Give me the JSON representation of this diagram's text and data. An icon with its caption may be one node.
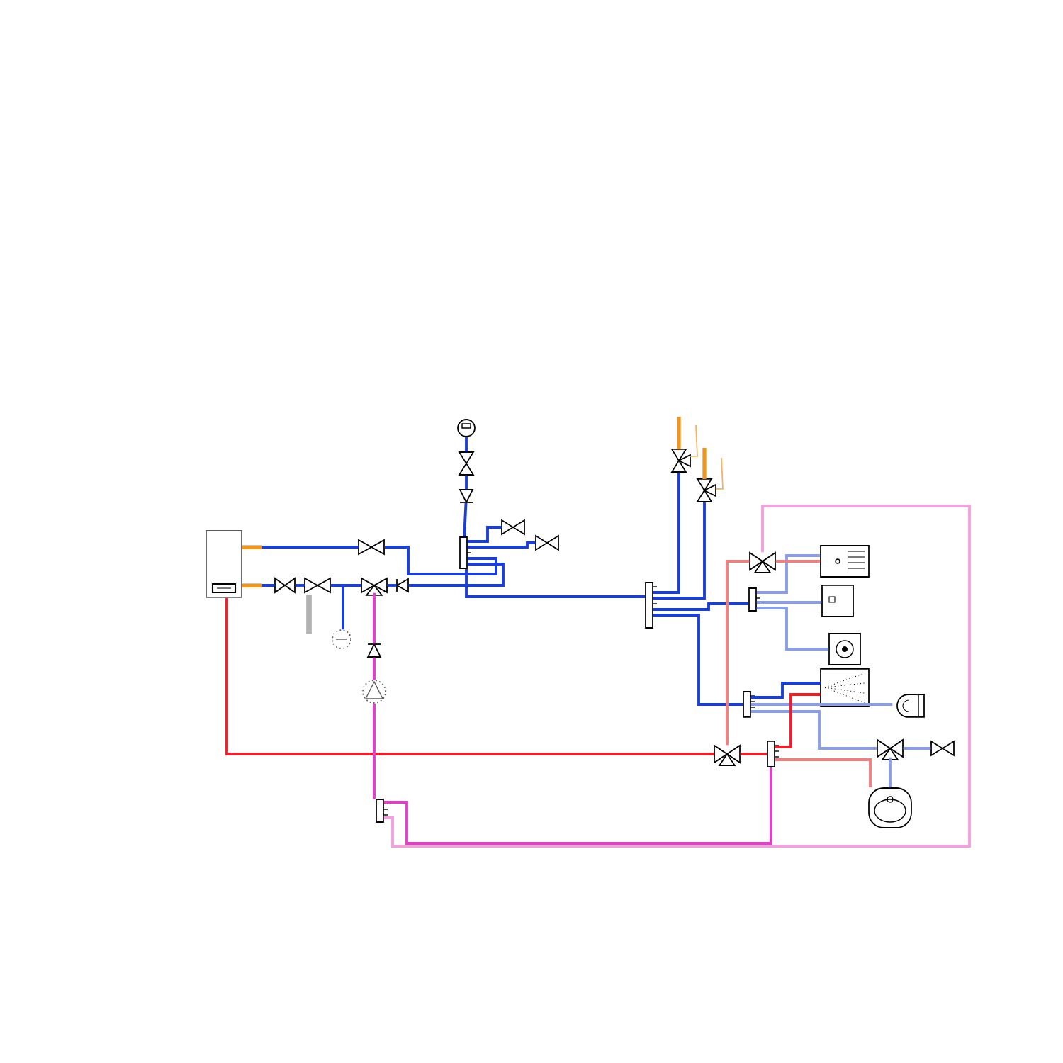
{
  "diagram": {
    "nodes": [
      {
        "text": [],
        "shape": "box"
      },
      {
        "text": [],
        "shape": "circle"
      },
      {
        "text": [],
        "shape": "valve"
      },
      {
        "text": [],
        "shape": "triangle"
      },
      {
        "text": [],
        "shape": "bar"
      },
      {
        "text": [],
        "shape": "valve"
      },
      {
        "text": [],
        "shape": "valve"
      },
      {
        "text": [],
        "shape": "valve"
      },
      {
        "text": [],
        "shape": "valve"
      },
      {
        "text": [],
        "shape": "valve"
      },
      {
        "text": [],
        "shape": "valve"
      },
      {
        "text": [],
        "shape": "triangle"
      },
      {
        "text": [],
        "shape": "circle"
      },
      {
        "text": [],
        "shape": "triangle"
      },
      {
        "text": [],
        "shape": "circle"
      },
      {
        "text": [],
        "shape": "bar"
      },
      {
        "text": [],
        "shape": "bar"
      },
      {
        "text": [],
        "shape": "valve"
      },
      {
        "text": [],
        "shape": "valve"
      },
      {
        "text": [],
        "shape": "valve"
      },
      {
        "text": [],
        "shape": "picture"
      },
      {
        "text": [],
        "shape": "bar"
      },
      {
        "text": [],
        "shape": "picture"
      },
      {
        "text": [],
        "shape": "picture"
      },
      {
        "text": [],
        "shape": "picture"
      },
      {
        "text": [],
        "shape": "bar"
      },
      {
        "text": [],
        "shape": "picture"
      },
      {
        "text": [],
        "shape": "valve"
      },
      {
        "text": [],
        "shape": "bar"
      },
      {
        "text": [],
        "shape": "valve"
      },
      {
        "text": [],
        "shape": "valve"
      },
      {
        "text": [],
        "shape": "picture"
      }
    ],
    "edges": [
      {
        "from": 0,
        "to": 7,
        "arrow": "none"
      },
      {
        "from": 7,
        "to": 4,
        "arrow": "none"
      },
      {
        "from": 0,
        "to": 8,
        "arrow": "none"
      },
      {
        "from": 8,
        "to": 9,
        "arrow": "none"
      },
      {
        "from": 9,
        "to": 10,
        "arrow": "none"
      },
      {
        "from": 10,
        "to": 11,
        "arrow": "none"
      },
      {
        "from": 11,
        "to": 4,
        "arrow": "none"
      },
      {
        "from": 9,
        "to": 12,
        "arrow": "none"
      },
      {
        "from": 1,
        "to": 2,
        "arrow": "none"
      },
      {
        "from": 2,
        "to": 3,
        "arrow": "none"
      },
      {
        "from": 3,
        "to": 4,
        "arrow": "none"
      },
      {
        "from": 4,
        "to": 5,
        "arrow": "none"
      },
      {
        "from": 4,
        "to": 6,
        "arrow": "none"
      },
      {
        "from": 4,
        "to": 16,
        "arrow": "none"
      },
      {
        "from": 16,
        "to": 17,
        "arrow": "none"
      },
      {
        "from": 16,
        "to": 18,
        "arrow": "none"
      },
      {
        "from": 16,
        "to": 21,
        "arrow": "none"
      },
      {
        "from": 16,
        "to": 25,
        "arrow": "none"
      },
      {
        "from": 21,
        "to": 20,
        "arrow": "none",
        "color": "#8a9ee6"
      },
      {
        "from": 21,
        "to": 22,
        "arrow": "none",
        "color": "#8a9ee6"
      },
      {
        "from": 21,
        "to": 23,
        "arrow": "none",
        "color": "#8a9ee6"
      },
      {
        "from": 25,
        "to": 24,
        "arrow": "none"
      },
      {
        "from": 25,
        "to": 26,
        "arrow": "none",
        "color": "#8a9ee6"
      },
      {
        "from": 25,
        "to": 29,
        "arrow": "none",
        "color": "#8a9ee6"
      },
      {
        "from": 30,
        "to": 29,
        "arrow": "none",
        "color": "#8a9ee6"
      },
      {
        "from": 29,
        "to": 31,
        "arrow": "none",
        "color": "#8a9ee6"
      },
      {
        "from": 0,
        "to": 27,
        "arrow": "none",
        "color": "#e8202a"
      },
      {
        "from": 27,
        "to": 28,
        "arrow": "none",
        "color": "#e8202a"
      },
      {
        "from": 28,
        "to": 24,
        "arrow": "none",
        "color": "#e8202a"
      },
      {
        "from": 28,
        "to": 31,
        "arrow": "none",
        "color": "#ef8080"
      },
      {
        "from": 27,
        "to": 19,
        "arrow": "none",
        "color": "#ef8080"
      },
      {
        "from": 19,
        "to": 20,
        "arrow": "none",
        "color": "#ef8080"
      },
      {
        "from": 28,
        "to": 15,
        "arrow": "none",
        "color": "#e040c8"
      },
      {
        "from": 15,
        "to": 19,
        "arrow": "none",
        "color": "#f0a0dc"
      },
      {
        "from": 15,
        "to": 14,
        "arrow": "none",
        "color": "#e040c8"
      },
      {
        "from": 14,
        "to": 13,
        "arrow": "none",
        "color": "#e040c8"
      },
      {
        "from": 13,
        "to": 10,
        "arrow": "none",
        "color": "#e040c8"
      }
    ]
  }
}
